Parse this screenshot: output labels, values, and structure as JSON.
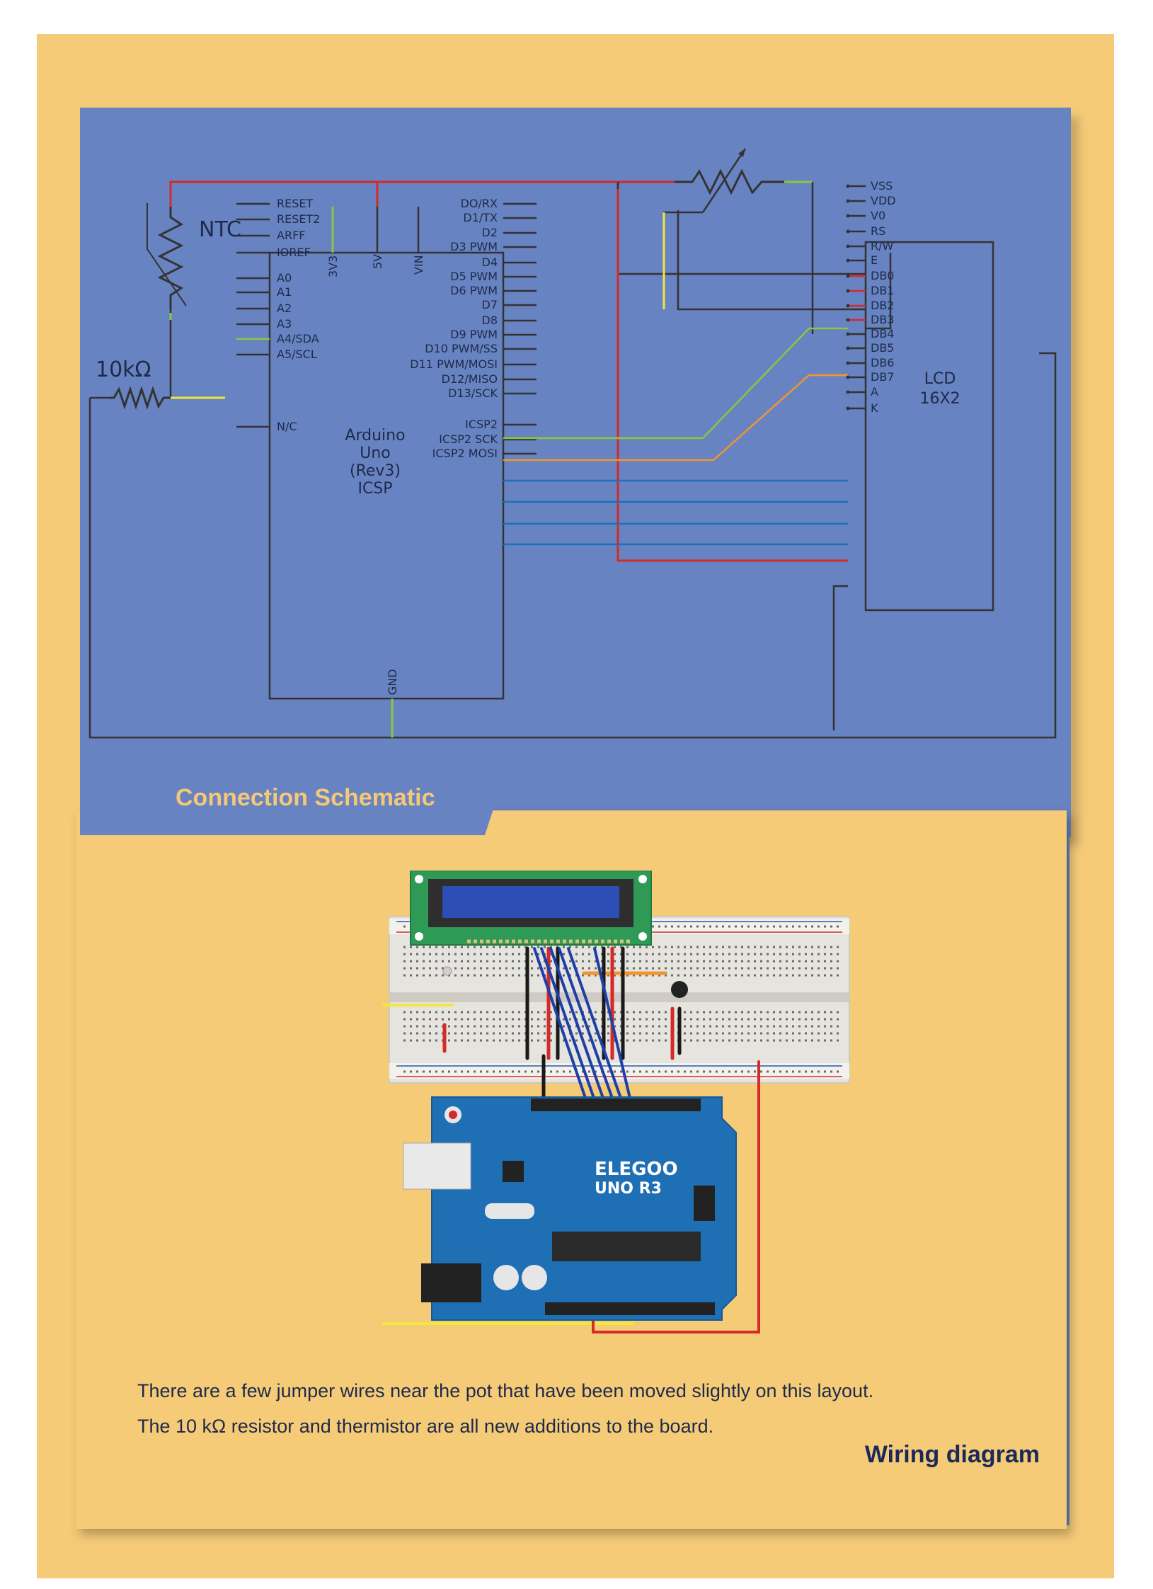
{
  "schematic": {
    "title": "Connection Schematic",
    "ntc_label": "NTC",
    "resistor_label": "10kΩ",
    "arduino": {
      "name_lines": [
        "Arduino",
        "Uno",
        "(Rev3)",
        "ICSP"
      ],
      "top_pins": [
        "3V3",
        "5V",
        "VIN"
      ],
      "bottom_pin": "GND",
      "left_pins": [
        "RESET",
        "RESET2",
        "ARFF",
        "IOREF",
        "A0",
        "A1",
        "A2",
        "A3",
        "A4/SDA",
        "A5/SCL",
        "N/C"
      ],
      "right_pins": [
        "DO/RX",
        "D1/TX",
        "D2",
        "D3 PWM",
        "D4",
        "D5 PWM",
        "D6 PWM",
        "D7",
        "D8",
        "D9 PWM",
        "D10 PWM/SS",
        "D11 PWM/MOSI",
        "D12/MISO",
        "D13/SCK",
        "ICSP2",
        "ICSP2 SCK",
        "ICSP2 MOSI"
      ]
    },
    "lcd": {
      "name_lines": [
        "LCD",
        "16X2"
      ],
      "pins": [
        "VSS",
        "VDD",
        "V0",
        "RS",
        "R/W",
        "E",
        "DB0",
        "DB1",
        "DB2",
        "DB3",
        "DB4",
        "DB5",
        "DB6",
        "DB7",
        "A",
        "K"
      ]
    }
  },
  "wiring": {
    "title": "Wiring diagram",
    "caption_lines": [
      "There are a few jumper wires near the pot that have been moved slightly on this layout.",
      "The 10 kΩ resistor and thermistor are all new additions to the board."
    ],
    "board_brand": "ELEGOO",
    "board_model": "UNO R3"
  },
  "colors": {
    "page_background": "#f5cb78",
    "schematic_background": "#6783c1",
    "wire_red": "#d42a2a",
    "wire_green": "#8cc63f",
    "wire_yellow": "#f2e640",
    "wire_orange": "#f0962d",
    "wire_blue": "#1d6fb8",
    "wire_black": "#333333",
    "title_accent": "#f5c877",
    "text_dark": "#1e2a4a"
  }
}
